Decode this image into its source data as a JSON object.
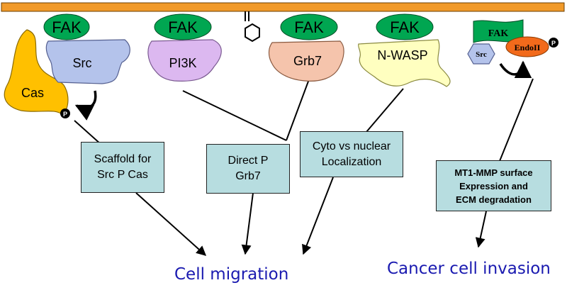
{
  "membrane": {
    "color": "#f19a2a"
  },
  "fak_color": "#00a651",
  "proteins": {
    "fak_1": "FAK",
    "fak_2": "FAK",
    "fak_3": "FAK",
    "fak_4": "FAK",
    "fak_5": "FAK",
    "cas": "Cas",
    "src": "Src",
    "pi3k": "PI3K",
    "grb7": "Grb7",
    "nwasp": "N-WASP",
    "src_small": "Src",
    "endoii": "EndoII",
    "phospho_1": "P",
    "phospho_2": "P"
  },
  "boxes": {
    "scaffold": "Scaffold for\nSrc P Cas",
    "direct_p": "Direct P\nGrb7",
    "cyto": "Cyto vs nuclear\nLocalization",
    "mt1mmp": "MT1-MMP surface\nExpression and\nECM degradation"
  },
  "outcomes": {
    "migration": "Cell migration",
    "invasion": "Cancer cell invasion"
  }
}
